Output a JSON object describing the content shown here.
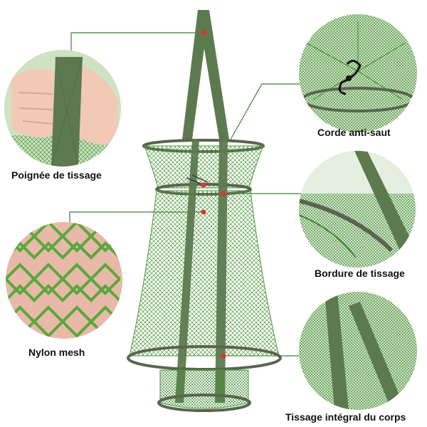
{
  "labels": {
    "handle": "Poignée de tissage",
    "rope": "Corde anti-saut",
    "rim": "Bordure de tissage",
    "mesh": "Nylon mesh",
    "body": "Tissage intégral du corps"
  },
  "colors": {
    "net_green": "#4f9a3c",
    "strap_green": "#5d7a4f",
    "rim_gray": "#5a6450",
    "callout_line": "#3f7f37",
    "marker_red": "#e0322c"
  }
}
